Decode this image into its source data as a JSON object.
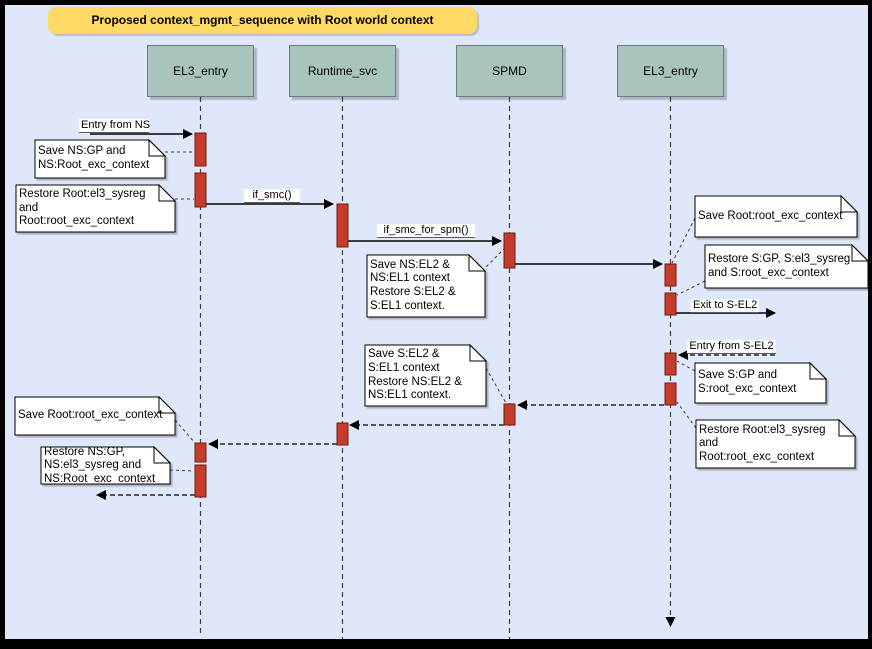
{
  "title": "Proposed context_mgmt_sequence with Root world context",
  "lifelines": [
    {
      "name": "EL3_entry"
    },
    {
      "name": "Runtime_svc"
    },
    {
      "name": "SPMD"
    },
    {
      "name": "EL3_entry"
    }
  ],
  "messages": [
    {
      "label": "Entry from NS"
    },
    {
      "label": "if_smc()"
    },
    {
      "label": "if_smc_for_spm()"
    },
    {
      "label": "Exit to S-EL2"
    },
    {
      "label": "Entry from S-EL2"
    }
  ],
  "notes": [
    {
      "text": "Save NS:GP and\nNS:Root_exc_context"
    },
    {
      "text": "Restore Root:el3_sysreg\nand\nRoot:root_exc_context"
    },
    {
      "text": "Save NS:EL2 &\nNS:EL1 context\nRestore S:EL2 &\nS:EL1 context."
    },
    {
      "text": "Save Root:root_exc_context"
    },
    {
      "text": "Restore S:GP, S:el3_sysreg\nand S:root_exc_context"
    },
    {
      "text": "Save S:GP and\nS:root_exc_context"
    },
    {
      "text": "Restore Root:el3_sysreg\nand\nRoot:root_exc_context"
    },
    {
      "text": "Save S:EL2 &\nS:EL1 context\nRestore NS:EL2 &\nNS:EL1 context."
    },
    {
      "text": "Save Root:root_exc_context"
    },
    {
      "text": "Restore NS:GP,\nNS:el3_sysreg and\nNS:Root_exc_context"
    }
  ],
  "colors": {
    "background": "#dfe7fa",
    "title_bg": "#ffd966",
    "lifeline_header_bg": "#a9c4bd",
    "activation_fill": "#c53c2c",
    "activation_stroke": "#731a0f",
    "note_bg": "#ffffff"
  }
}
